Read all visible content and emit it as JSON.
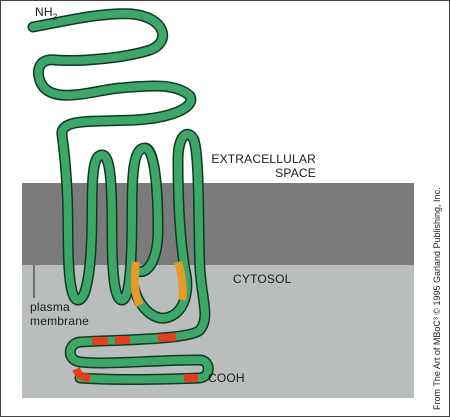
{
  "labels": {
    "nh2": "NH",
    "nh2_sub": "2",
    "extracellular_line1": "EXTRACELLULAR",
    "extracellular_line2": "SPACE",
    "cytosol": "CYTOSOL",
    "plasma_line1": "plasma",
    "plasma_line2": "membrane",
    "cooh": "COOH"
  },
  "credit": "From The Art of MBoC³ © 1995 Garland Publishing, Inc.",
  "colors": {
    "background": "#ffffff",
    "extracellular": "#ffffff",
    "membrane": "#7b7b7b",
    "cytosol": "#b9bdbc",
    "chain": "#3ea669",
    "chain_outline": "#0e3a24",
    "orange_segment": "#e69a2a",
    "red_segment": "#e0401f"
  }
}
